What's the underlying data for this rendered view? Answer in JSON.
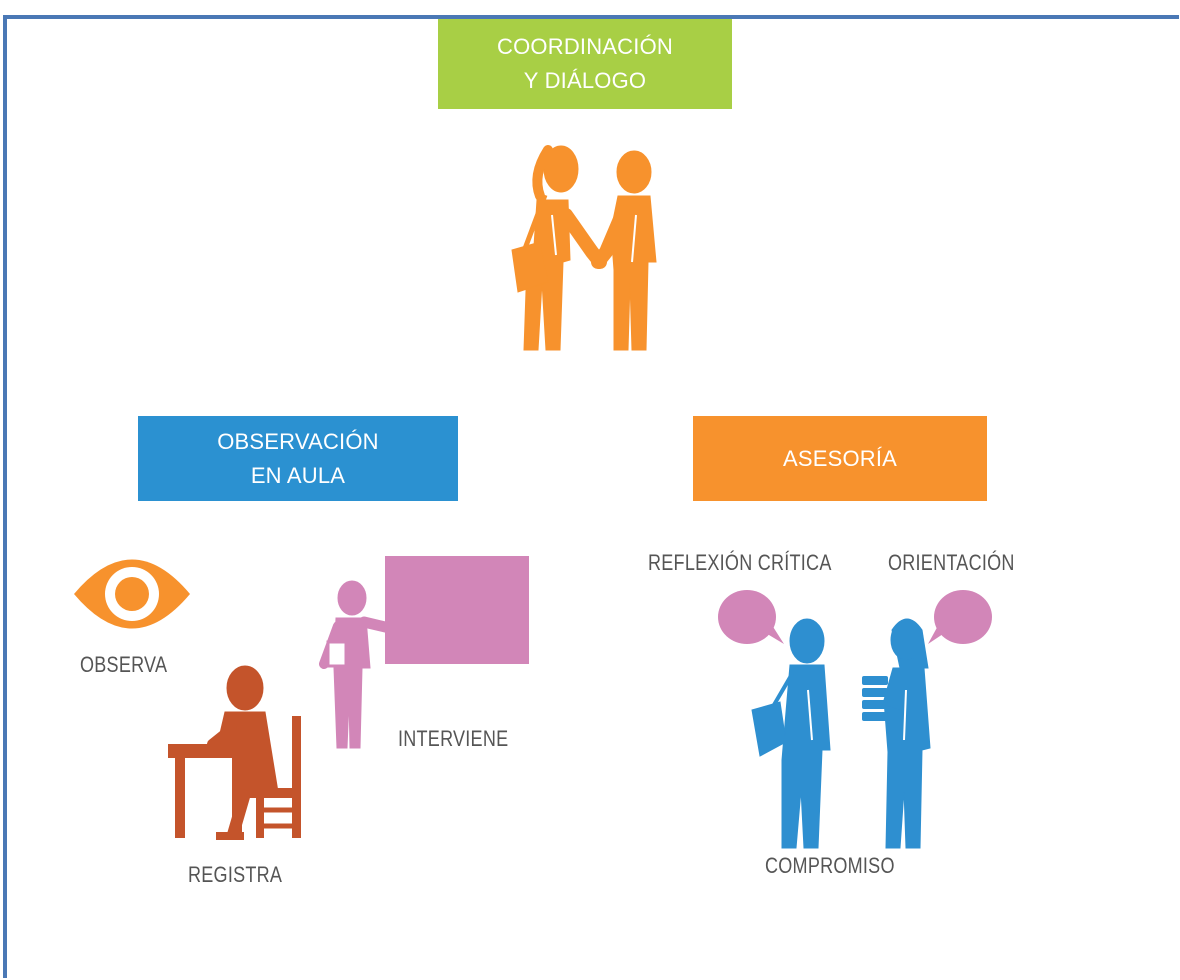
{
  "colors": {
    "frame": "#4a78b5",
    "green": "#a8cf45",
    "blue": "#2b91d1",
    "orange": "#f7922d",
    "pink": "#d286b8",
    "rust": "#c4542b",
    "figure_blue": "#2e8fd0",
    "label_text": "#555555"
  },
  "banners": {
    "coordination": "COORDINACIÓN\nY DIÁLOGO",
    "observation": "OBSERVACIÓN\nEN AULA",
    "advisory": "ASESORÍA"
  },
  "labels": {
    "observa": "OBSERVA",
    "interviene": "INTERVIENE",
    "registra": "REGISTRA",
    "reflexion": "REFLEXIÓN CRÍTICA",
    "orientacion": "ORIENTACIÓN",
    "compromiso": "COMPROMISO"
  },
  "icons": [
    "handshake-people-icon",
    "eye-icon",
    "teacher-pointer-icon",
    "writing-person-icon",
    "speech-bubble-icon",
    "person-with-bag-icon",
    "person-with-books-icon"
  ]
}
